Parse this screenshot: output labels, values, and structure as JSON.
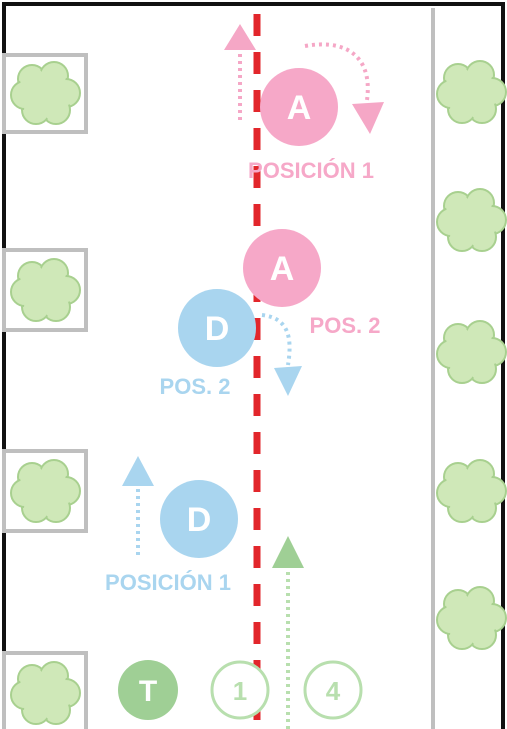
{
  "colors": {
    "pink": "#f6a8c8",
    "pink_arrow": "#f5a7c6",
    "blue": "#a9d5ef",
    "green_dark": "#9fcf95",
    "green_light": "#b8dfae",
    "red_line": "#e2262b",
    "wall": "#bfbfbf",
    "border": "#111111",
    "tree": "#cfe8b8",
    "tree_outline": "#a8d08f"
  },
  "players": {
    "a_pos1": {
      "letter": "A",
      "label": "POSICIÓN 1"
    },
    "a_pos2": {
      "letter": "A",
      "label": "POS. 2"
    },
    "d_pos2": {
      "letter": "D",
      "label": "POS. 2"
    },
    "d_pos1": {
      "letter": "D",
      "label": "POSICIÓN 1"
    },
    "t": {
      "letter": "T"
    },
    "n1": {
      "number": "1"
    },
    "n4": {
      "number": "4"
    }
  },
  "icons": {
    "tree": "tree-icon",
    "arrow": "arrow-icon"
  }
}
